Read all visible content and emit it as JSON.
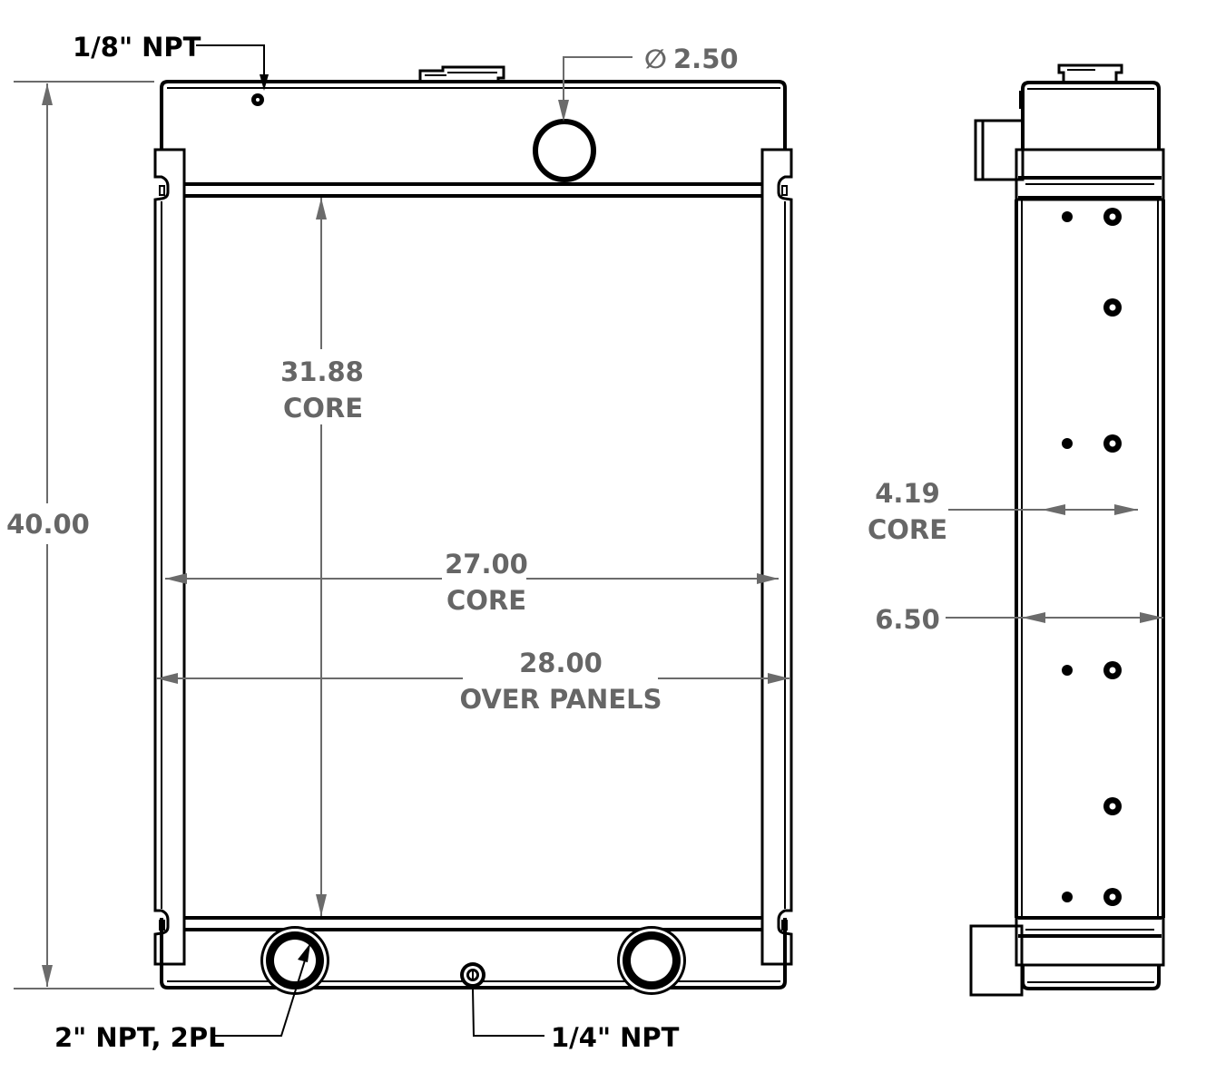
{
  "drawing": {
    "title": "Radiator dimensional drawing",
    "colors": {
      "outline": "#000000",
      "dimension": "#6b6b6b",
      "dimension_text": "#666666",
      "background": "#ffffff"
    },
    "front_view": {
      "dimensions": {
        "overall_height": {
          "value": "40.00"
        },
        "core_height": {
          "value": "31.88",
          "label": "CORE"
        },
        "core_width": {
          "value": "27.00",
          "label": "CORE"
        },
        "panel_width": {
          "value": "28.00",
          "label": "OVER PANELS"
        },
        "top_outlet": {
          "symbol": "∅",
          "value": "2.50"
        }
      },
      "callouts": {
        "vent": {
          "text": "1/8\" NPT"
        },
        "bottom_outlets": {
          "text": "2\" NPT, 2PL"
        },
        "drain": {
          "text": "1/4\" NPT"
        }
      }
    },
    "side_view": {
      "dimensions": {
        "core_depth": {
          "value": "4.19",
          "label": "CORE"
        },
        "overall_depth": {
          "value": "6.50"
        }
      }
    }
  }
}
